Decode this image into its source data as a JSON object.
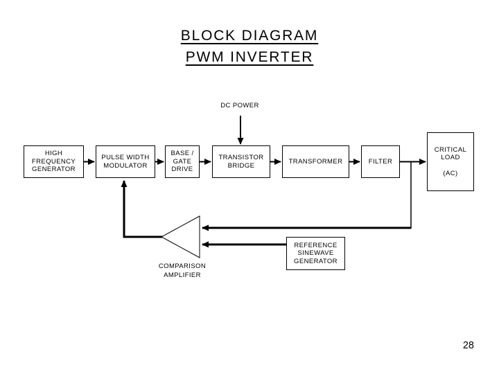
{
  "slide": {
    "page_number": "28",
    "background_color": "#ffffff",
    "line_color": "#000000",
    "text_color": "#000000"
  },
  "title": {
    "line1": "BLOCK DIAGRAM",
    "line2": "PWM INVERTER"
  },
  "diagram": {
    "dc_power_label": "DC POWER",
    "amplifier_label": "COMPARISON\nAMPLIFIER",
    "blocks": [
      {
        "name": "high-frequency-generator",
        "label": "HIGH\nFREQUENCY\nGENERATOR"
      },
      {
        "name": "pulse-width-modulator",
        "label": "PULSE WIDTH\nMODULATOR"
      },
      {
        "name": "base-gate-drive",
        "label": "BASE /\nGATE\nDRIVE"
      },
      {
        "name": "transistor-bridge",
        "label": "TRANSISTOR\nBRIDGE"
      },
      {
        "name": "transformer",
        "label": "TRANSFORMER"
      },
      {
        "name": "filter",
        "label": "FILTER"
      },
      {
        "name": "critical-load",
        "label": "CRITICAL\nLOAD\n\n(AC)"
      },
      {
        "name": "reference-sinewave-generator",
        "label": "REFERENCE\nSINEWAVE\nGENERATOR"
      }
    ],
    "connections": [
      "dc-power -> transistor-bridge",
      "high-frequency-generator -> pulse-width-modulator",
      "pulse-width-modulator -> base-gate-drive",
      "base-gate-drive -> transistor-bridge",
      "transistor-bridge -> transformer",
      "transformer -> filter",
      "filter -> critical-load",
      "filter-output-tap -> comparison-amplifier",
      "reference-sinewave-generator -> comparison-amplifier",
      "comparison-amplifier -> pulse-width-modulator"
    ]
  }
}
